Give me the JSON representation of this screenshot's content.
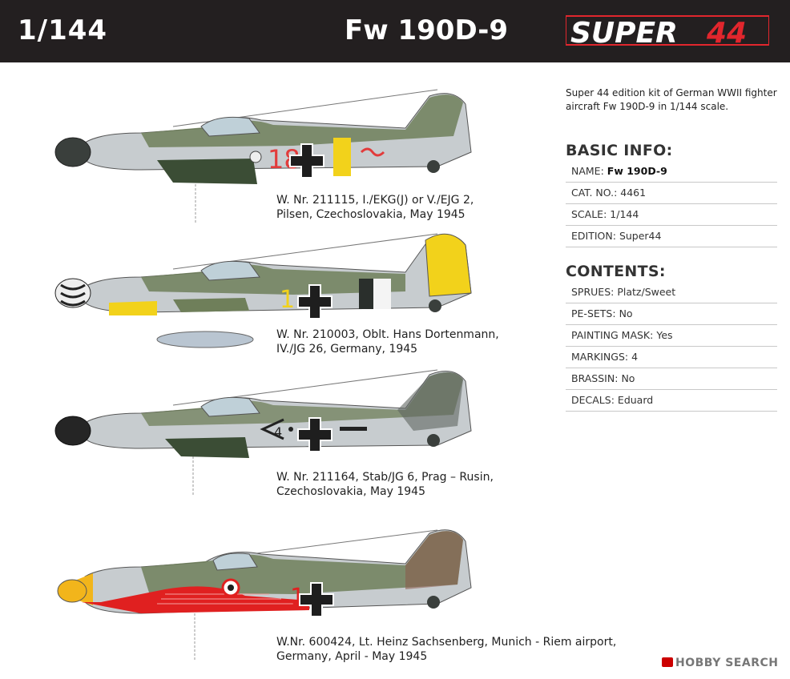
{
  "header": {
    "scale": "1/144",
    "title": "Fw 190D-9",
    "brand_word": "SUPER",
    "brand_number": "44"
  },
  "profiles": [
    {
      "caption": "W. Nr. 211115, I./EKG(J) or V./EJG 2,\nPilsen, Czechoslovakia, May 1945",
      "fuselage_code": "18",
      "code_color": "#e23b3b"
    },
    {
      "caption": "W. Nr. 210003, Oblt. Hans Dortenmann,\n IV./JG 26, Germany, 1945",
      "fuselage_code": "1",
      "code_color": "#f2d21b"
    },
    {
      "caption": "W. Nr. 211164, Stab/JG 6, Prag – Rusin,\nCzechoslovakia, May 1945",
      "fuselage_code": "4",
      "code_color": "#222222"
    },
    {
      "caption": "W.Nr. 600424, Lt. Heinz Sachsenberg, Munich - Riem airport,\nGermany, April - May 1945",
      "fuselage_code": "1",
      "code_color": "#e02020"
    }
  ],
  "intro": "Super 44 edition kit of German WWII fighter aircraft Fw 190D-9 in 1/144 scale.",
  "basic_info": {
    "title": "BASIC INFO:",
    "rows": [
      {
        "label": "NAME:",
        "value": "Fw 190D-9"
      },
      {
        "label": "CAT. NO.:",
        "value": "4461"
      },
      {
        "label": "SCALE:",
        "value": "1/144"
      },
      {
        "label": "EDITION:",
        "value": "Super44"
      }
    ]
  },
  "contents": {
    "title": "CONTENTS:",
    "rows": [
      {
        "label": "SPRUES:",
        "value": "Platz/Sweet"
      },
      {
        "label": "PE-SETS:",
        "value": "No"
      },
      {
        "label": "PAINTING MASK:",
        "value": "Yes"
      },
      {
        "label": "MARKINGS:",
        "value": "4"
      },
      {
        "label": "BRASSIN:",
        "value": "No"
      },
      {
        "label": "DECALS:",
        "value": "Eduard"
      }
    ]
  },
  "watermark": "HOBBY SEARCH",
  "colors": {
    "header_bg": "#231f20",
    "brand_red": "#e1262d",
    "camo_green": "#6f7f5a",
    "camo_light": "#c9ced0",
    "yellow": "#f2d21b",
    "red": "#e02020"
  }
}
